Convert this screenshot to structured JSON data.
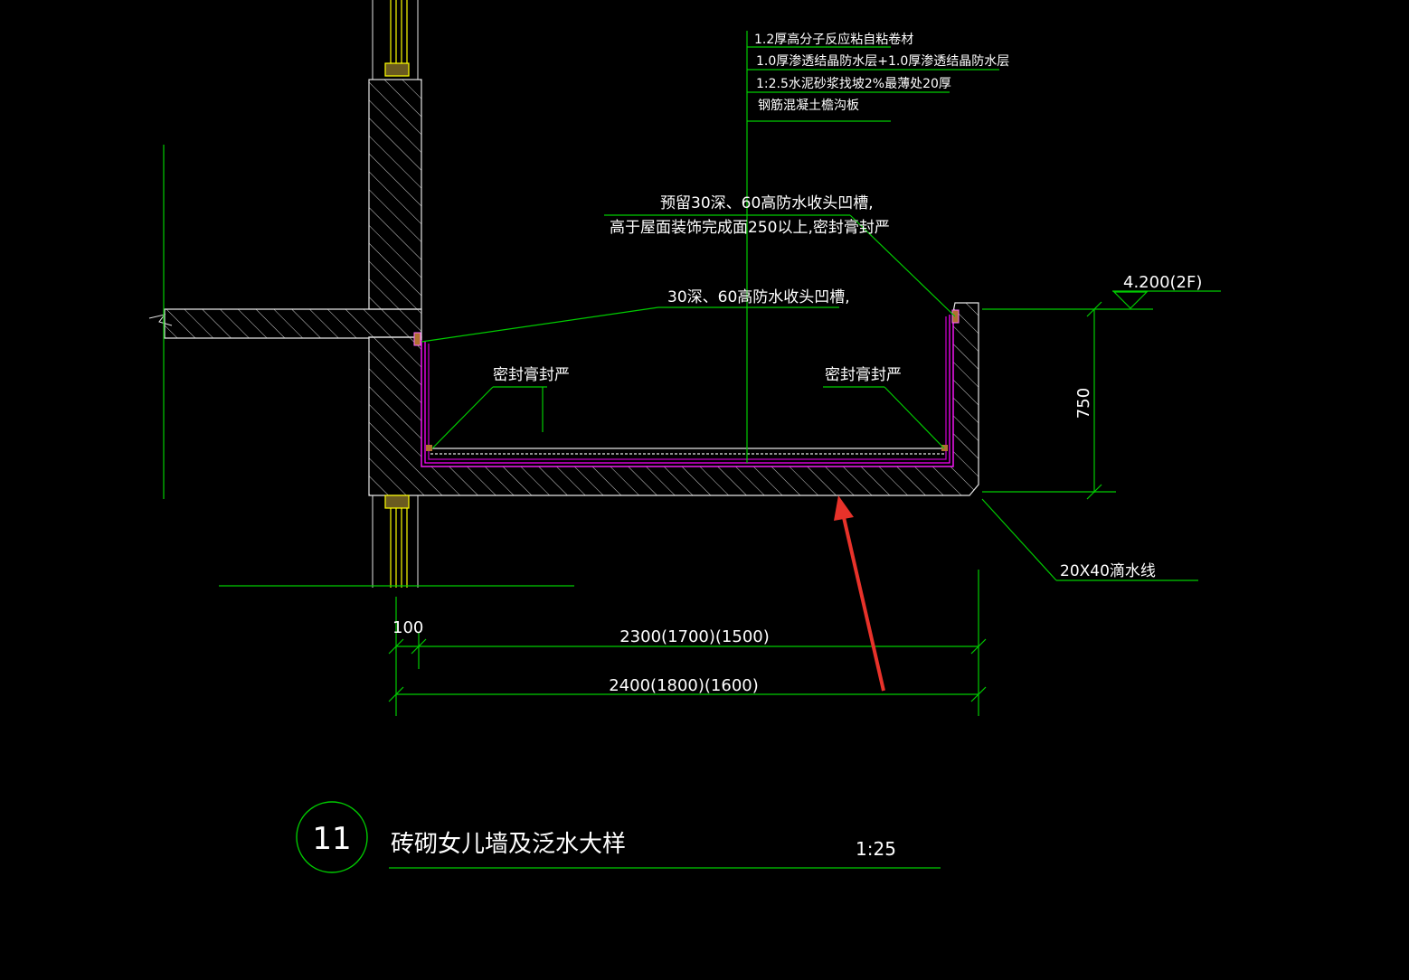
{
  "layers": [
    "1.2厚高分子反应粘自粘卷材",
    "1.0厚渗透结晶防水层+1.0厚渗透结晶防水层",
    "1:2.5水泥砂浆找坡2%最薄处20厚",
    "钢筋混凝土檐沟板"
  ],
  "notes": {
    "groove_reserve_line1": "预留30深、60高防水收头凹槽,",
    "groove_reserve_line2": "高于屋面装饰完成面250以上,密封膏封严",
    "groove": "30深、60高防水收头凹槽,",
    "seal_left": "密封膏封严",
    "seal_right": "密封膏封严",
    "drip_line": "20X40滴水线"
  },
  "elevation": "4.200(2F)",
  "dimensions": {
    "height": "750",
    "offset": "100",
    "inner_width": "2300(1700)(1500)",
    "outer_width": "2400(1800)(1600)"
  },
  "title": {
    "number": "11",
    "text": "砖砌女儿墙及泛水大样",
    "scale": "1:25"
  },
  "colors": {
    "background": "#000000",
    "linework": "#00ff00",
    "concrete": "#ffffff",
    "membrane": "#ff00ff",
    "window": "#ffff00",
    "arrow": "#e8322a"
  }
}
